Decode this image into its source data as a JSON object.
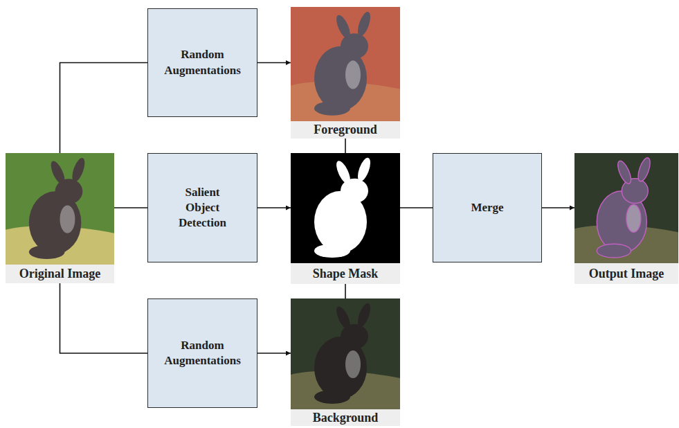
{
  "diagram": {
    "nodes": [
      {
        "text": [
          "Random Augmentations"
        ]
      },
      {
        "text": [
          "Foreground"
        ]
      },
      {
        "text": [
          "Original Image"
        ]
      },
      {
        "text": [
          "Salient Object Detection"
        ]
      },
      {
        "text": [
          "Shape Mask"
        ]
      },
      {
        "text": [
          "Merge"
        ]
      },
      {
        "text": [
          "Output Image"
        ]
      },
      {
        "text": [
          "Random Augmentations"
        ]
      },
      {
        "text": [
          "Background"
        ]
      }
    ],
    "edges": [
      {
        "from": 2,
        "to": 0,
        "arrow": "none"
      },
      {
        "from": 0,
        "to": 1,
        "arrow": "to"
      },
      {
        "from": 2,
        "to": 3,
        "arrow": "none"
      },
      {
        "from": 3,
        "to": 4,
        "arrow": "to"
      },
      {
        "from": 2,
        "to": 7,
        "arrow": "none"
      },
      {
        "from": 7,
        "to": 8,
        "arrow": "to"
      },
      {
        "from": 1,
        "to": 4,
        "arrow": "none"
      },
      {
        "from": 8,
        "to": 4,
        "arrow": "none"
      },
      {
        "from": 4,
        "to": 5,
        "arrow": "none"
      },
      {
        "from": 5,
        "to": 6,
        "arrow": "to"
      }
    ]
  }
}
